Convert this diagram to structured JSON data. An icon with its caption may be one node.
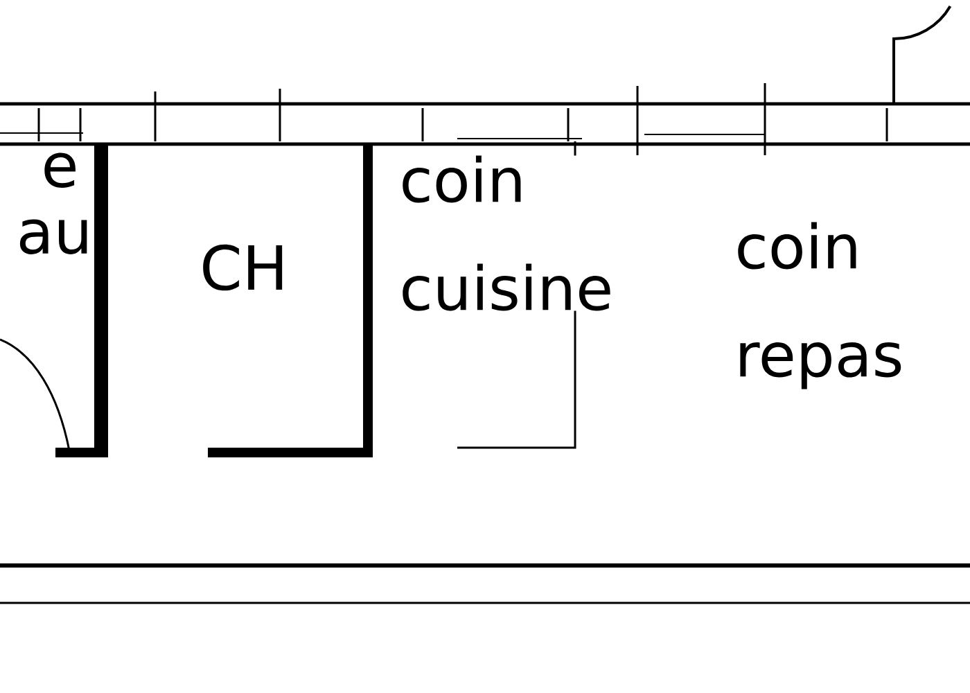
{
  "diagram": {
    "labels": [
      "e au",
      "CH",
      "coin cuisine",
      "coin repas"
    ]
  }
}
